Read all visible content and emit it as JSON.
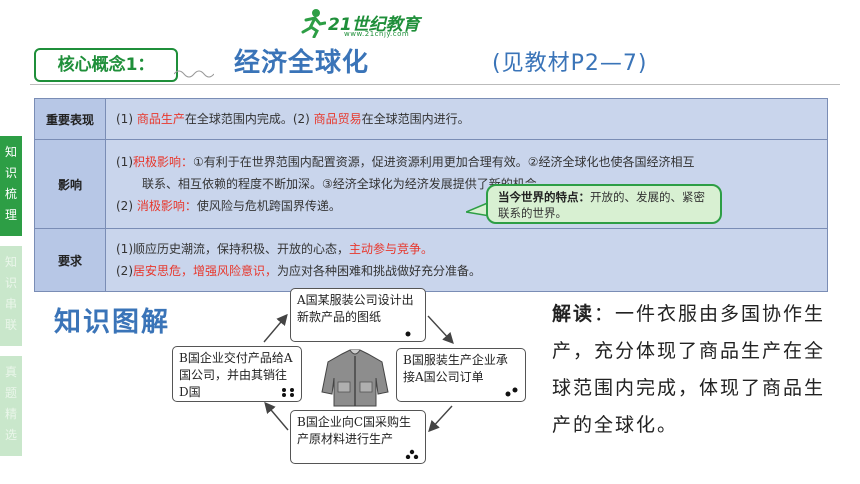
{
  "logo": {
    "text": "21世纪教育",
    "url": "www.21cnjy.com"
  },
  "header": {
    "badge": "核心概念1：",
    "title": "经济全球化",
    "reference": "(见教材P2—7)"
  },
  "side_tabs": [
    {
      "label": "知识梳理",
      "active": true
    },
    {
      "label": "知识串联",
      "active": false
    },
    {
      "label": "真题精选",
      "active": false
    }
  ],
  "table": {
    "rows": [
      {
        "label": "重要表现",
        "lines": [
          [
            {
              "t": "(1) "
            },
            {
              "t": "商品生产",
              "hl": true
            },
            {
              "t": "在全球范围内完成。(2) "
            },
            {
              "t": "商品贸易",
              "hl": true
            },
            {
              "t": "在全球范围内进行。"
            }
          ]
        ]
      },
      {
        "label": "影响",
        "lines": [
          [
            {
              "t": "(1)"
            },
            {
              "t": "积极影响：",
              "hl": true
            },
            {
              "t": "①有利于在世界范围内配置资源，促进资源利用更加合理有效。②经济全球化也使各国经济相互"
            }
          ],
          [
            {
              "t": "联系、相互依赖的程度不断加深。③经济全球化为经济发展提供了新的机会。",
              "indent": true
            }
          ],
          [
            {
              "t": "(2) "
            },
            {
              "t": "消极影响：",
              "hl": true
            },
            {
              "t": "使风险与危机跨国界传递。"
            }
          ]
        ]
      },
      {
        "label": "要求",
        "lines": [
          [
            {
              "t": "(1)顺应历史潮流，保持积极、开放的心态，"
            },
            {
              "t": "主动参与竞争。",
              "hl": true
            }
          ],
          [
            {
              "t": "(2)"
            },
            {
              "t": "居安思危，增强风险意识，",
              "hl": true
            },
            {
              "t": "为应对各种困难和挑战做好充分准备。"
            }
          ]
        ]
      }
    ]
  },
  "callout": {
    "title": "当今世界的特点：",
    "text": "开放的、发展的、紧密联系的世界。"
  },
  "diagram": {
    "heading": "知识图解",
    "node_a": "A国某服装公司设计出新款产品的图纸",
    "node_b": "B国服装生产企业承接A国公司订单",
    "node_c": "B国企业向C国采购生产原材料进行生产",
    "node_d": "B国企业交付产品给A国公司，并由其销往D国"
  },
  "reading": {
    "label": "解读",
    "text": "：一件衣服由多国协作生产，充分体现了商品生产在全球范围内完成，体现了商品生产的全球化。"
  },
  "colors": {
    "accent_green": "#2d9e45",
    "title_blue": "#3a74b8",
    "highlight_red": "#e8372c",
    "table_bg": "#c9d5ec"
  }
}
